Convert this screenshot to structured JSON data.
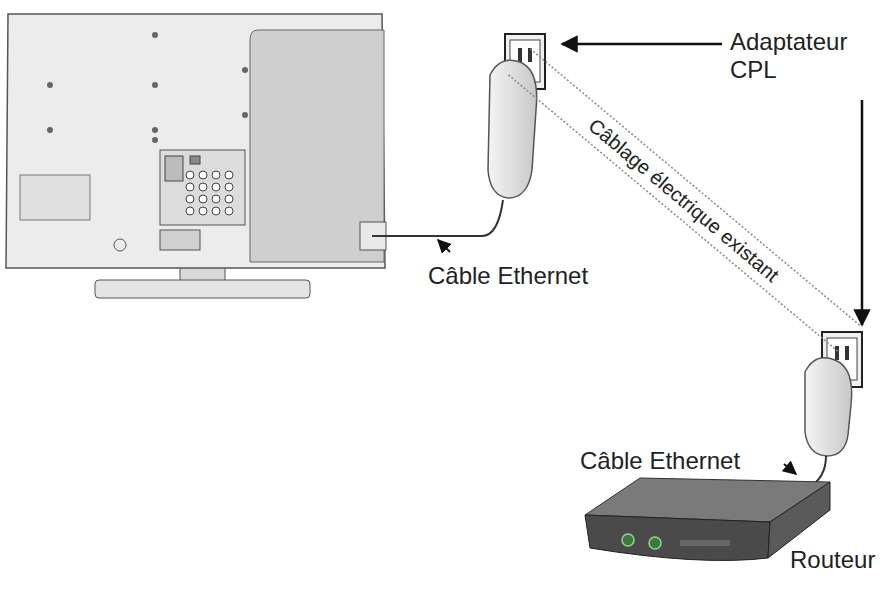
{
  "diagram": {
    "labels": [
      "Adaptateur CPL",
      "Câblage électrique existant",
      "Câble Ethernet",
      "Câble Ethernet",
      "Routeur"
    ]
  }
}
